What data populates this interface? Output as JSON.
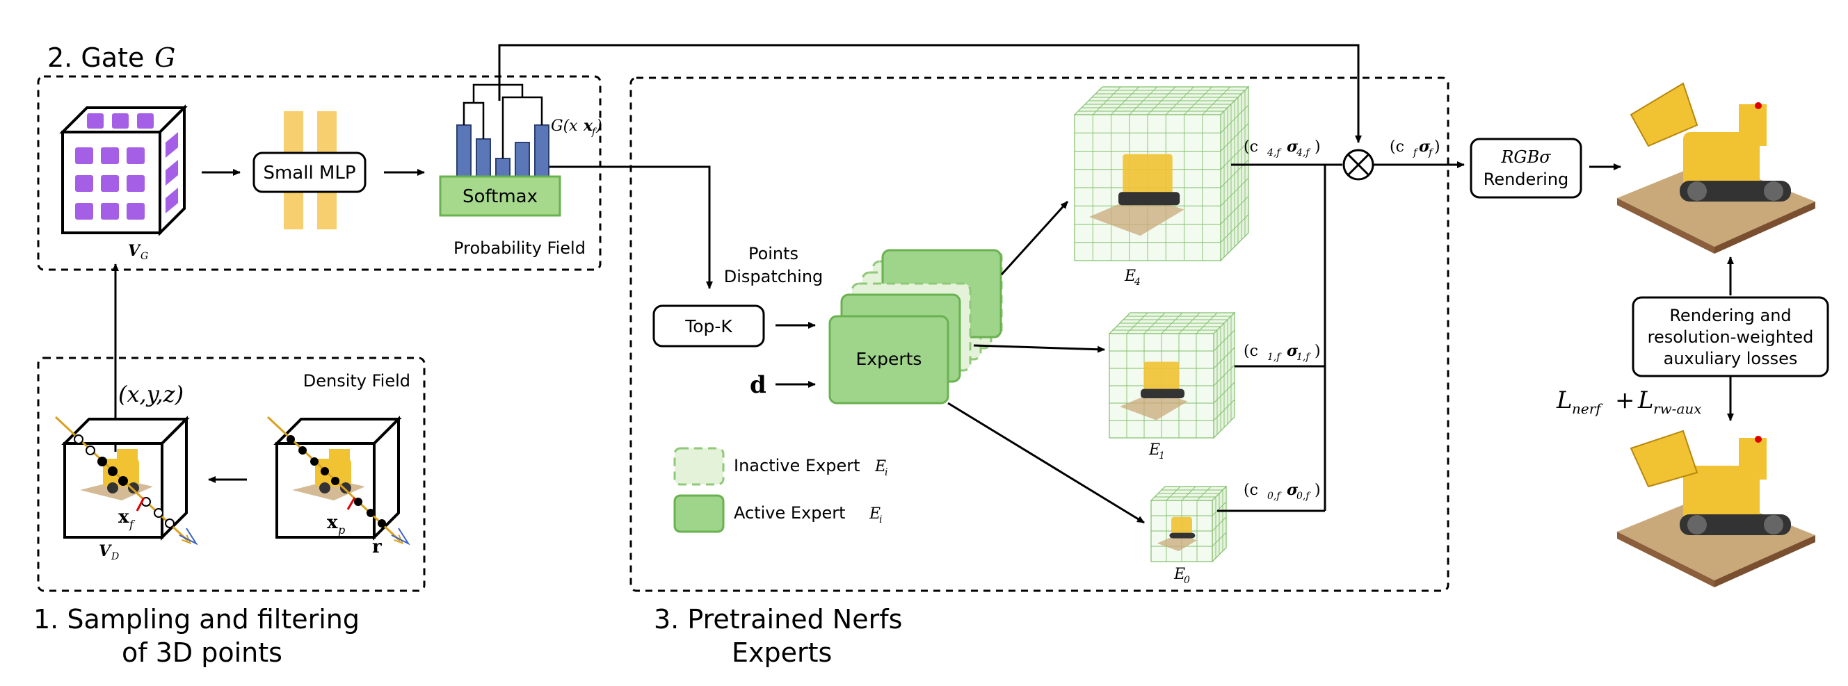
{
  "sections": {
    "gate": {
      "number": "2. Gate",
      "symbol": "G"
    },
    "sampling": {
      "line1": "1. Sampling and filtering",
      "line2": "of 3D points"
    },
    "experts": {
      "line1": "3. Pretrained Nerfs",
      "line2": "Experts"
    }
  },
  "gate_box": {
    "voxel_label": "V",
    "voxel_sub": "G",
    "mlp_label": "Small MLP",
    "softmax_label": "Softmax",
    "gate_output_label": "G(x",
    "gate_output_sub": "f",
    "probability_field_label": "Probability Field"
  },
  "sampling_box": {
    "density_field_label": "Density Field",
    "coord_label": "(x,y,z)",
    "xf_label": "x",
    "xf_sub": "f",
    "vd_label": "V",
    "vd_sub": "D",
    "xp_label": "x",
    "xp_sub": "p",
    "ray_label": "r"
  },
  "experts_box": {
    "points_dispatching_line1": "Points",
    "points_dispatching_line2": "Dispatching",
    "topk_label": "Top-K",
    "direction_label": "d",
    "experts_label": "Experts",
    "legend": [
      {
        "label": "Inactive Expert",
        "sym": "E",
        "sub": "i",
        "fill": "#e3f2d9",
        "stroke": "#8fc878",
        "dashed": true
      },
      {
        "label": "Active Expert",
        "sym": "E",
        "sub": "i",
        "fill": "#9fd58a",
        "stroke": "#6ab150",
        "dashed": false
      }
    ],
    "expert_grids": [
      {
        "name": "E",
        "sub": "4",
        "output": "(c",
        "output_sub": "4,f",
        "sigma": "σ",
        "sigma_sub": "4,f",
        "close": ")"
      },
      {
        "name": "E",
        "sub": "1",
        "output": "(c",
        "output_sub": "1,f",
        "sigma": "σ",
        "sigma_sub": "1,f",
        "close": ")"
      },
      {
        "name": "E",
        "sub": "0",
        "output": "(c",
        "output_sub": "0,f",
        "sigma": "σ",
        "sigma_sub": "0,f",
        "close": ")"
      }
    ]
  },
  "combine": {
    "output_label": "(c",
    "output_sub": "f",
    "sigma": "σ",
    "sigma_sub": "f",
    "close": ")"
  },
  "rendering": {
    "rgb_label": "RGBσ",
    "rendering_label": "Rendering",
    "loss_line1": "Rendering and",
    "loss_line2": "resolution-weighted",
    "loss_line3": "auxuliary losses",
    "loss_formula_a": "L",
    "loss_formula_a_sub": "nerf",
    "loss_formula_plus": "+",
    "loss_formula_b": "L",
    "loss_formula_b_sub": "rw-aux"
  },
  "colors": {
    "voxel_purple": "#a55ee6",
    "mlp_orange": "#f7cf6e",
    "bar_blue": "#5b77b8",
    "softmax_green": "#a7d98d",
    "expert_green": "#9fd58a",
    "grid_green": "#7fbf6a"
  }
}
